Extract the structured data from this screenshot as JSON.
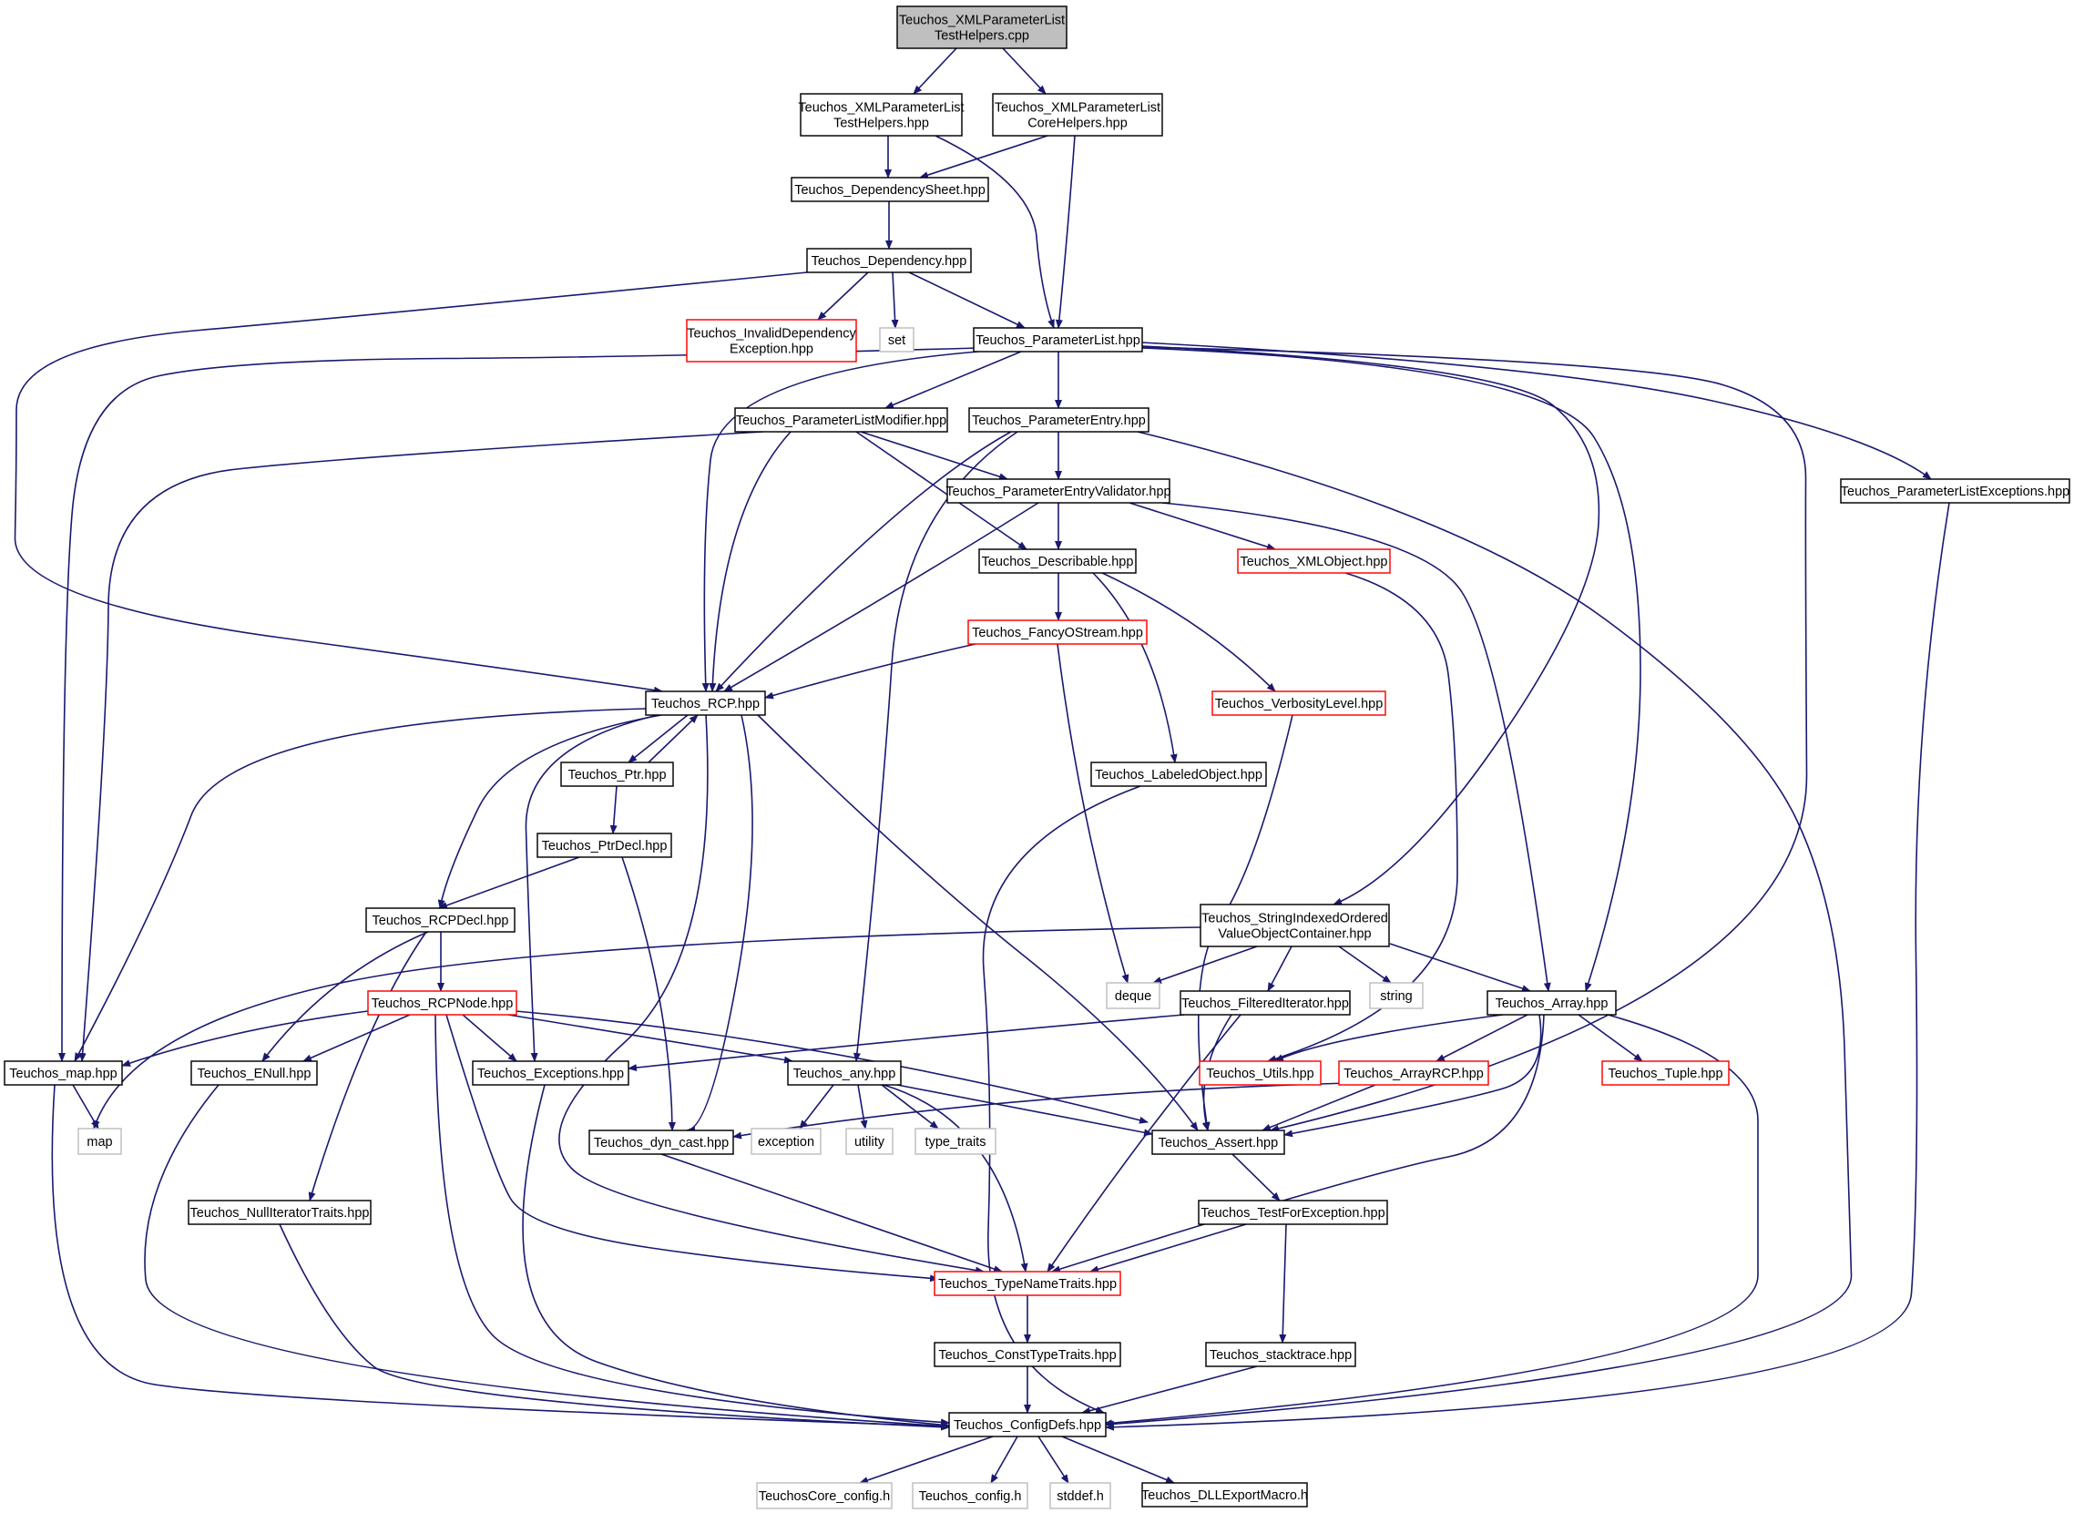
{
  "colors": {
    "edge": "#191970",
    "border_normal": "#000000",
    "border_truncated": "#ff0000",
    "border_system": "#bfbfbf",
    "root_fill": "#bfbfbf",
    "node_fill": "#ffffff",
    "text": "#000000"
  },
  "nodes": [
    {
      "id": "cpp",
      "lines": [
        "Teuchos_XMLParameterList",
        "TestHelpers.cpp"
      ],
      "kind": "root"
    },
    {
      "id": "th",
      "lines": [
        "Teuchos_XMLParameterList",
        "TestHelpers.hpp"
      ],
      "kind": "normal"
    },
    {
      "id": "ch",
      "lines": [
        "Teuchos_XMLParameterList",
        "CoreHelpers.hpp"
      ],
      "kind": "normal"
    },
    {
      "id": "ds",
      "lines": [
        "Teuchos_DependencySheet.hpp"
      ],
      "kind": "normal"
    },
    {
      "id": "dep",
      "lines": [
        "Teuchos_Dependency.hpp"
      ],
      "kind": "normal"
    },
    {
      "id": "ide",
      "lines": [
        "Teuchos_InvalidDependency",
        "Exception.hpp"
      ],
      "kind": "truncated"
    },
    {
      "id": "set",
      "lines": [
        "set"
      ],
      "kind": "system"
    },
    {
      "id": "pl",
      "lines": [
        "Teuchos_ParameterList.hpp"
      ],
      "kind": "normal"
    },
    {
      "id": "plm",
      "lines": [
        "Teuchos_ParameterListModifier.hpp"
      ],
      "kind": "normal"
    },
    {
      "id": "pe",
      "lines": [
        "Teuchos_ParameterEntry.hpp"
      ],
      "kind": "normal"
    },
    {
      "id": "ple",
      "lines": [
        "Teuchos_ParameterListExceptions.hpp"
      ],
      "kind": "normal"
    },
    {
      "id": "pev",
      "lines": [
        "Teuchos_ParameterEntryValidator.hpp"
      ],
      "kind": "normal"
    },
    {
      "id": "desc",
      "lines": [
        "Teuchos_Describable.hpp"
      ],
      "kind": "normal"
    },
    {
      "id": "xmlo",
      "lines": [
        "Teuchos_XMLObject.hpp"
      ],
      "kind": "truncated"
    },
    {
      "id": "fos",
      "lines": [
        "Teuchos_FancyOStream.hpp"
      ],
      "kind": "truncated"
    },
    {
      "id": "rcp",
      "lines": [
        "Teuchos_RCP.hpp"
      ],
      "kind": "normal"
    },
    {
      "id": "vl",
      "lines": [
        "Teuchos_VerbosityLevel.hpp"
      ],
      "kind": "truncated"
    },
    {
      "id": "ptr",
      "lines": [
        "Teuchos_Ptr.hpp"
      ],
      "kind": "normal"
    },
    {
      "id": "lo",
      "lines": [
        "Teuchos_LabeledObject.hpp"
      ],
      "kind": "normal"
    },
    {
      "id": "ptrd",
      "lines": [
        "Teuchos_PtrDecl.hpp"
      ],
      "kind": "normal"
    },
    {
      "id": "rcpd",
      "lines": [
        "Teuchos_RCPDecl.hpp"
      ],
      "kind": "normal"
    },
    {
      "id": "sio",
      "lines": [
        "Teuchos_StringIndexedOrdered",
        "ValueObjectContainer.hpp"
      ],
      "kind": "normal"
    },
    {
      "id": "rcpn",
      "lines": [
        "Teuchos_RCPNode.hpp"
      ],
      "kind": "truncated"
    },
    {
      "id": "deque",
      "lines": [
        "deque"
      ],
      "kind": "system"
    },
    {
      "id": "fi",
      "lines": [
        "Teuchos_FilteredIterator.hpp"
      ],
      "kind": "normal"
    },
    {
      "id": "string",
      "lines": [
        "string"
      ],
      "kind": "system"
    },
    {
      "id": "arr",
      "lines": [
        "Teuchos_Array.hpp"
      ],
      "kind": "normal"
    },
    {
      "id": "map",
      "lines": [
        "Teuchos_map.hpp"
      ],
      "kind": "normal"
    },
    {
      "id": "enull",
      "lines": [
        "Teuchos_ENull.hpp"
      ],
      "kind": "normal"
    },
    {
      "id": "exc",
      "lines": [
        "Teuchos_Exceptions.hpp"
      ],
      "kind": "normal"
    },
    {
      "id": "any",
      "lines": [
        "Teuchos_any.hpp"
      ],
      "kind": "normal"
    },
    {
      "id": "utils",
      "lines": [
        "Teuchos_Utils.hpp"
      ],
      "kind": "truncated"
    },
    {
      "id": "arcp",
      "lines": [
        "Teuchos_ArrayRCP.hpp"
      ],
      "kind": "truncated"
    },
    {
      "id": "tuple",
      "lines": [
        "Teuchos_Tuple.hpp"
      ],
      "kind": "truncated"
    },
    {
      "id": "smap",
      "lines": [
        "map"
      ],
      "kind": "system"
    },
    {
      "id": "dyn",
      "lines": [
        "Teuchos_dyn_cast.hpp"
      ],
      "kind": "normal"
    },
    {
      "id": "exception",
      "lines": [
        "exception"
      ],
      "kind": "system"
    },
    {
      "id": "utility",
      "lines": [
        "utility"
      ],
      "kind": "system"
    },
    {
      "id": "tt",
      "lines": [
        "type_traits"
      ],
      "kind": "system"
    },
    {
      "id": "assert",
      "lines": [
        "Teuchos_Assert.hpp"
      ],
      "kind": "normal"
    },
    {
      "id": "nit",
      "lines": [
        "Teuchos_NullIteratorTraits.hpp"
      ],
      "kind": "normal"
    },
    {
      "id": "tfe",
      "lines": [
        "Teuchos_TestForException.hpp"
      ],
      "kind": "normal"
    },
    {
      "id": "tnt",
      "lines": [
        "Teuchos_TypeNameTraits.hpp"
      ],
      "kind": "truncated"
    },
    {
      "id": "ctt",
      "lines": [
        "Teuchos_ConstTypeTraits.hpp"
      ],
      "kind": "normal"
    },
    {
      "id": "st",
      "lines": [
        "Teuchos_stacktrace.hpp"
      ],
      "kind": "normal"
    },
    {
      "id": "cfg",
      "lines": [
        "Teuchos_ConfigDefs.hpp"
      ],
      "kind": "normal"
    },
    {
      "id": "tcc",
      "lines": [
        "TeuchosCore_config.h"
      ],
      "kind": "system"
    },
    {
      "id": "tc",
      "lines": [
        "Teuchos_config.h"
      ],
      "kind": "system"
    },
    {
      "id": "stddef",
      "lines": [
        "stddef.h"
      ],
      "kind": "system"
    },
    {
      "id": "dll",
      "lines": [
        "Teuchos_DLLExportMacro.h"
      ],
      "kind": "normal"
    }
  ],
  "edges": [
    [
      "cpp",
      "th"
    ],
    [
      "cpp",
      "ch"
    ],
    [
      "th",
      "ds"
    ],
    [
      "th",
      "pl"
    ],
    [
      "ch",
      "ds"
    ],
    [
      "ch",
      "pl"
    ],
    [
      "ds",
      "dep"
    ],
    [
      "dep",
      "ide"
    ],
    [
      "dep",
      "set"
    ],
    [
      "dep",
      "pl"
    ],
    [
      "dep",
      "rcp"
    ],
    [
      "pl",
      "plm"
    ],
    [
      "pl",
      "pe"
    ],
    [
      "pl",
      "ple"
    ],
    [
      "pl",
      "rcp"
    ],
    [
      "pl",
      "map"
    ],
    [
      "pl",
      "sio"
    ],
    [
      "pl",
      "arr"
    ],
    [
      "pl",
      "assert"
    ],
    [
      "plm",
      "pev"
    ],
    [
      "plm",
      "desc"
    ],
    [
      "plm",
      "rcp"
    ],
    [
      "plm",
      "map"
    ],
    [
      "pe",
      "pev"
    ],
    [
      "pe",
      "rcp"
    ],
    [
      "pe",
      "any"
    ],
    [
      "pe",
      "cfg"
    ],
    [
      "ple",
      "cfg"
    ],
    [
      "pev",
      "desc"
    ],
    [
      "pev",
      "xmlo"
    ],
    [
      "pev",
      "rcp"
    ],
    [
      "pev",
      "arr"
    ],
    [
      "desc",
      "fos"
    ],
    [
      "desc",
      "vl"
    ],
    [
      "desc",
      "lo"
    ],
    [
      "xmlo",
      "utils"
    ],
    [
      "fos",
      "rcp"
    ],
    [
      "fos",
      "deque"
    ],
    [
      "vl",
      "assert"
    ],
    [
      "lo",
      "cfg"
    ],
    [
      "rcp",
      "ptr"
    ],
    [
      "rcp",
      "rcpd"
    ],
    [
      "rcp",
      "map"
    ],
    [
      "rcp",
      "exc"
    ],
    [
      "rcp",
      "dyn"
    ],
    [
      "rcp",
      "tnt"
    ],
    [
      "rcp",
      "assert"
    ],
    [
      "ptr",
      "rcp"
    ],
    [
      "ptr",
      "ptrd"
    ],
    [
      "ptrd",
      "rcpd"
    ],
    [
      "ptrd",
      "dyn"
    ],
    [
      "rcpd",
      "rcpn"
    ],
    [
      "rcpd",
      "enull"
    ],
    [
      "rcpd",
      "nit"
    ],
    [
      "rcpn",
      "map"
    ],
    [
      "rcpn",
      "enull"
    ],
    [
      "rcpn",
      "exc"
    ],
    [
      "rcpn",
      "any"
    ],
    [
      "rcpn",
      "assert"
    ],
    [
      "rcpn",
      "tnt"
    ],
    [
      "rcpn",
      "cfg"
    ],
    [
      "sio",
      "deque"
    ],
    [
      "sio",
      "fi"
    ],
    [
      "sio",
      "string"
    ],
    [
      "sio",
      "arr"
    ],
    [
      "sio",
      "smap"
    ],
    [
      "fi",
      "exc"
    ],
    [
      "fi",
      "assert"
    ],
    [
      "fi",
      "tnt"
    ],
    [
      "arr",
      "utils"
    ],
    [
      "arr",
      "arcp"
    ],
    [
      "arr",
      "tuple"
    ],
    [
      "arr",
      "assert"
    ],
    [
      "arr",
      "tnt"
    ],
    [
      "arr",
      "cfg"
    ],
    [
      "arcp",
      "dyn"
    ],
    [
      "arcp",
      "assert"
    ],
    [
      "map",
      "smap"
    ],
    [
      "map",
      "cfg"
    ],
    [
      "enull",
      "cfg"
    ],
    [
      "exc",
      "cfg"
    ],
    [
      "any",
      "exception"
    ],
    [
      "any",
      "utility"
    ],
    [
      "any",
      "tt"
    ],
    [
      "any",
      "assert"
    ],
    [
      "any",
      "tnt"
    ],
    [
      "dyn",
      "tnt"
    ],
    [
      "assert",
      "tfe"
    ],
    [
      "nit",
      "cfg"
    ],
    [
      "tfe",
      "tnt"
    ],
    [
      "tfe",
      "st"
    ],
    [
      "tnt",
      "ctt"
    ],
    [
      "ctt",
      "cfg"
    ],
    [
      "st",
      "cfg"
    ],
    [
      "cfg",
      "tcc"
    ],
    [
      "cfg",
      "tc"
    ],
    [
      "cfg",
      "stddef"
    ],
    [
      "cfg",
      "dll"
    ]
  ]
}
